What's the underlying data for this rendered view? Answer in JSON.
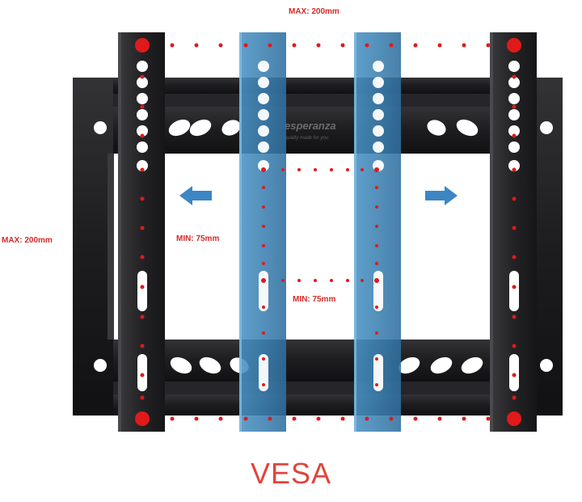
{
  "labels": {
    "max_horizontal": "MAX: 200mm",
    "max_vertical": "MAX: 200mm",
    "min_horizontal": "MIN: 75mm",
    "min_vertical": "MIN: 75mm"
  },
  "brand_text": "esperanza",
  "brand_tagline": "quality made for you",
  "caption": "VESA",
  "colors": {
    "frame": "#1c1c1e",
    "rail": "#262628",
    "blue_rail": "#3f85b8",
    "dot": "#e01a1a",
    "arrow": "#3c86c4",
    "caption": "#e0453c"
  }
}
